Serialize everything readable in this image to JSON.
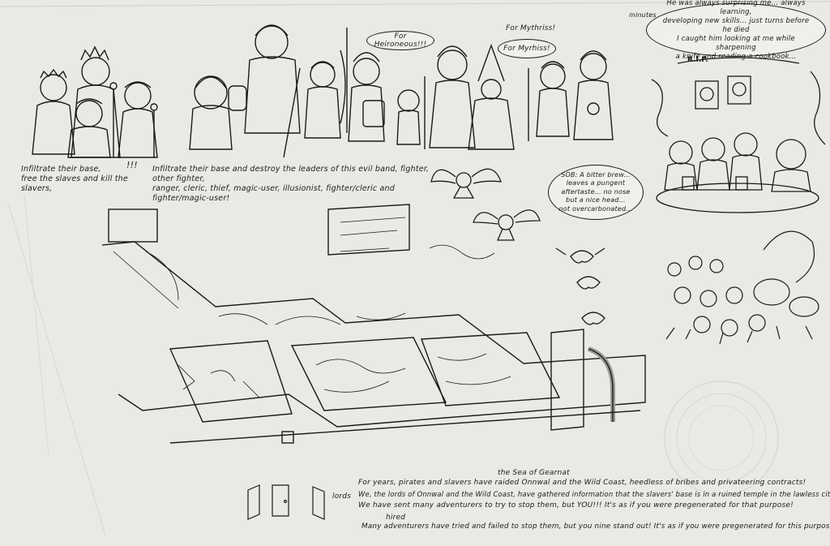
{
  "captions": {
    "left_line1": "Infiltrate their base,",
    "left_line2": "free the slaves and kill the slavers,",
    "exclamation": "!!!",
    "mid_line1": "Infiltrate their base and destroy the leaders of this evil band, fighter, other fighter,",
    "mid_line2": "ranger, cleric, thief, magic-user, illusionist, fighter/cleric and fighter/magic-user!"
  },
  "bubbles": {
    "heironeous": "For Heironeous!!!",
    "mythriss_1": "For Mythriss!",
    "mythriss_2": "For Myrhiss!",
    "minutes": "minutes",
    "story_line1": "He was always surprising me... always learning,",
    "story_line2": "developing new skills... just turns before he died",
    "story_line3": "I caught him looking at me while sharpening",
    "story_line4": "a knife and reading a cookbook...",
    "sob_1": "SOB: A bitter brew...",
    "sob_2": "leaves a pungent",
    "sob_3": "aftertaste... no nose",
    "sob_4": "but a nice head...",
    "sob_5": "not overcarbonated..."
  },
  "labels": {
    "rip": "R.I.P.",
    "sea": "the Sea of Gearnat",
    "lords": "lords",
    "hired": "hired"
  },
  "footer": {
    "line1": "For years, pirates and slavers have raided Onnwal and the Wild Coast, heedless of bribes and privateering contracts!",
    "line2": "We, the lords of Onnwal and the Wild Coast, have gathered information that the slavers' base is in a ruined temple in the lawless city of Highport!",
    "line3": "We have sent many adventurers to try to stop them, but YOU!!! It's as if you were pregenerated for that purpose!",
    "line4": "Many adventurers have tried and failed to stop them, but you nine stand out! It's as if you were pregenerated for this purpose!"
  }
}
